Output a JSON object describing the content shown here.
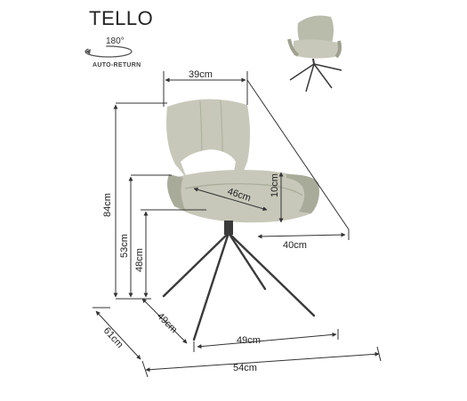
{
  "product": {
    "name": "TELLO",
    "rotation": "180°",
    "rotation_caption": "AUTO-RETURN"
  },
  "dimensions": {
    "back_width": "39cm",
    "total_height": "84cm",
    "armrest_height": "53cm",
    "seat_height": "48cm",
    "armrest_above_seat": "10cm",
    "seat_depth": "46cm",
    "seat_width": "40cm",
    "base_depth": "49cm",
    "base_width": "49cm",
    "total_depth": "61cm",
    "total_width": "54cm"
  },
  "colors": {
    "upholstery": "#c7c8b9",
    "upholstery_shade": "#a9ab9a",
    "legs": "#3a3a3a",
    "lines": "#333333"
  }
}
